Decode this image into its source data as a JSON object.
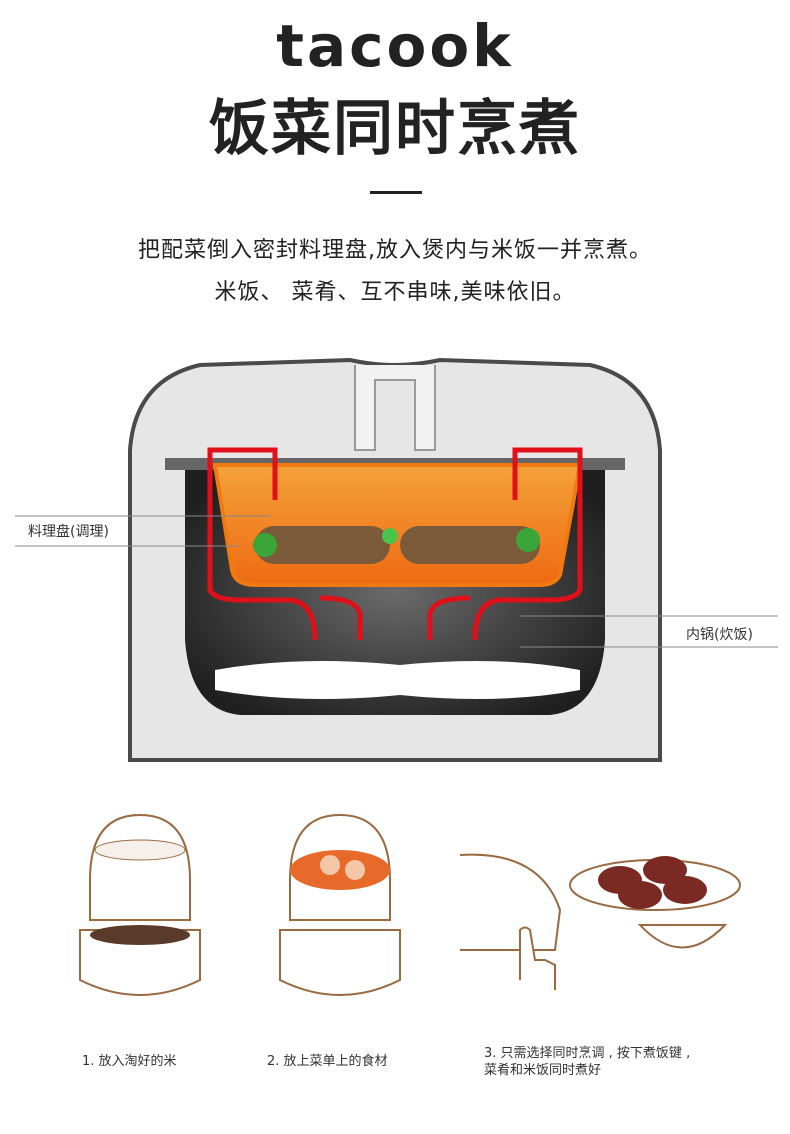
{
  "header": {
    "brand": "tacook",
    "headline": "饭菜同时烹煮"
  },
  "description": {
    "line1": "把配菜倒入密封料理盘,放入煲内与米饭一并烹煮。",
    "line2": "米饭、 菜肴、互不串味,美味依旧。"
  },
  "diagram": {
    "tray_label": "料理盘(调理)",
    "pot_label": "内锅(炊饭)",
    "colors": {
      "tray": "#f08a1c",
      "arrow": "#e0101a",
      "shell": "#e6e6e6",
      "pot": "#2a2a2a"
    }
  },
  "steps": [
    {
      "line1": "1. 放入淘好的米"
    },
    {
      "line1": "2. 放上菜单上的食材"
    },
    {
      "line1": "3. 只需选择同时烹调 , 按下煮饭键 ,",
      "line2": "菜肴和米饭同时煮好"
    }
  ]
}
